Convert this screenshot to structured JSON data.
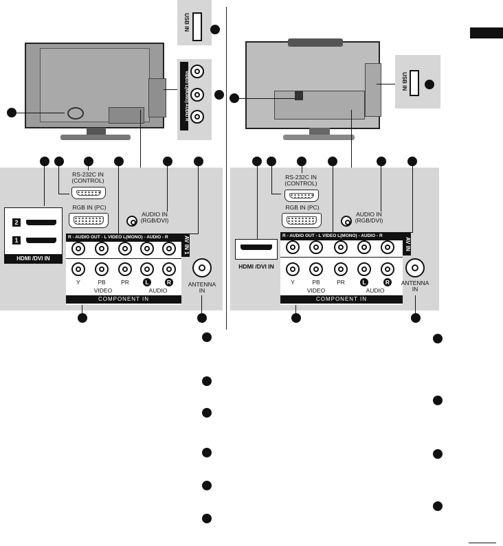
{
  "left": {
    "usb_label": "USB IN",
    "side_strip_label": "VIDEO  L(MONO) AUDIO  R",
    "rs232_label": "RS-232C IN\n(CONTROL)",
    "rgb_label": "RGB IN (PC)",
    "audio_label": "AUDIO IN\n(RGB/DVI)",
    "hdmi_port_1": "1",
    "hdmi_port_2": "2",
    "hdmi_label": "HDMI /DVI IN",
    "av_label": "AV IN 1",
    "strip_label": "R - AUDIO OUT - L   VIDEO   L(MONO) - AUDIO - R",
    "comp_labels": [
      "Y",
      "PB",
      "PR",
      "L",
      "R"
    ],
    "video_sub": "VIDEO",
    "audio_sub": "AUDIO",
    "component_label": "COMPONENT IN",
    "antenna_label": "ANTENNA\nIN"
  },
  "right": {
    "usb_label": "USB IN",
    "rs232_label": "RS-232C IN\n(CONTROL)",
    "rgb_label": "RGB IN (PC)",
    "audio_label": "AUDIO IN\n(RGB/DVI)",
    "hdmi_label": "HDMI /DVI IN",
    "av_label": "AV IN",
    "strip_label": "R - AUDIO OUT - L   VIDEO   L(MONO) - AUDIO - R",
    "comp_labels": [
      "Y",
      "PB",
      "PR",
      "L",
      "R"
    ],
    "video_sub": "VIDEO",
    "audio_sub": "AUDIO",
    "component_label": "COMPONENT IN",
    "antenna_label": "ANTENNA\nIN"
  },
  "colors": {
    "panel": "#d6d6d6",
    "ink": "#111111",
    "tv_body": "#9b9b9b"
  }
}
